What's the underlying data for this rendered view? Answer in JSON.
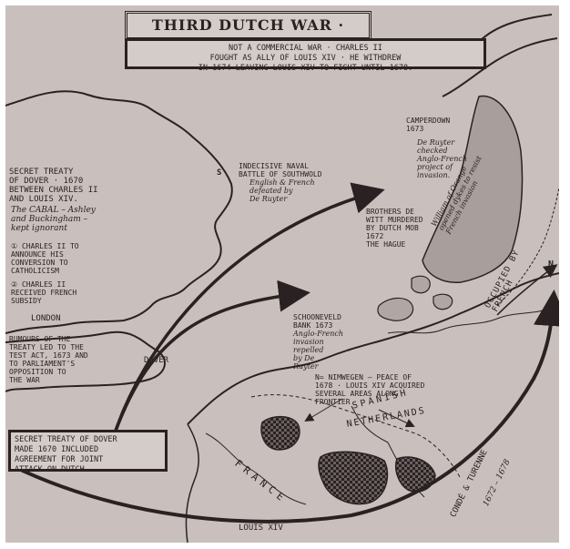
{
  "map": {
    "title": "THIRD DUTCH WAR · 1672-74",
    "subtitle": "NOT A COMMERCIAL WAR · CHARLES II\nFOUGHT AS ALLY OF LOUIS XIV · HE WITHDREW\nIN 1674 LEAVING LOUIS XIV TO FIGHT UNTIL 1678.",
    "colors": {
      "background": "#c9c0bd",
      "ink": "#2a2222",
      "sea": "#c9c0bd",
      "land": "#c2b9b6",
      "dyke_fill": "#a89e9b"
    },
    "labels": {
      "secret_treaty": "SECRET TREATY\nOF DOVER · 1670\nbetween Charles II\nand Louis XIV.",
      "cabal": "The CABAL – Ashley\nand Buckingham –\nkept ignorant",
      "point_one": "① CHARLES II to\nANNOUNCE HIS\nCONVERSION TO\nCATHOLICISM",
      "point_two": "② CHARLES II\nRECEIVED FRENCH\nSUBSIDY",
      "london": "LONDON",
      "rumours": "RUMOURS OF THE\nTREATY LED TO THE\nTEST ACT, 1673 AND\nTO PARLIAMENT'S\nOPPOSITION TO\nTHE WAR",
      "dover": "DOVER",
      "southwold_marker": "S",
      "southwold_battle": "INDECISIVE NAVAL\nBATTLE OF SOUTHWOLD",
      "southwold_result": "English & French\ndefeated by\nDe Ruyter",
      "camperdown": "CAMPERDOWN\n1673",
      "de_ruyter_check": "De Ruyter\nchecked\nAnglo-French\nproject of\ninvasion.",
      "de_witt": "BROTHERS DE\nWITT MURDERED\nBY DUTCH MOB\n1672\nTHE HAGUE",
      "william_dykes": "William of Orange\nopened dykes to resist\nFrench invasion",
      "schooneveld": "SCHOONEVELD\nBANK 1673",
      "schooneveld_result": "Anglo-French\ninvasion\nrepelled\nby De\nRuyter",
      "nimwegen": "N= Nimwegen – Peace of\n1678 · LOUIS XIV acquired\nseveral areas along\nfrontier",
      "spanish_netherlands_1": "SPANISH",
      "spanish_netherlands_2": "NETHERLANDS",
      "occupied": "OCCUPIED BY FRENCH",
      "n_marker": "N",
      "france": "FRANCE",
      "conde_turenne": "CONDÉ & TURENNE",
      "conde_dates": "1672 – 1678",
      "louis_xiv": "LOUIS XIV",
      "treaty_box": "SECRET TREATY OF DOVER\nMADE 1670 INCLUDED\nAGREEMENT FOR JOINT\nATTACK ON DUTCH"
    }
  }
}
